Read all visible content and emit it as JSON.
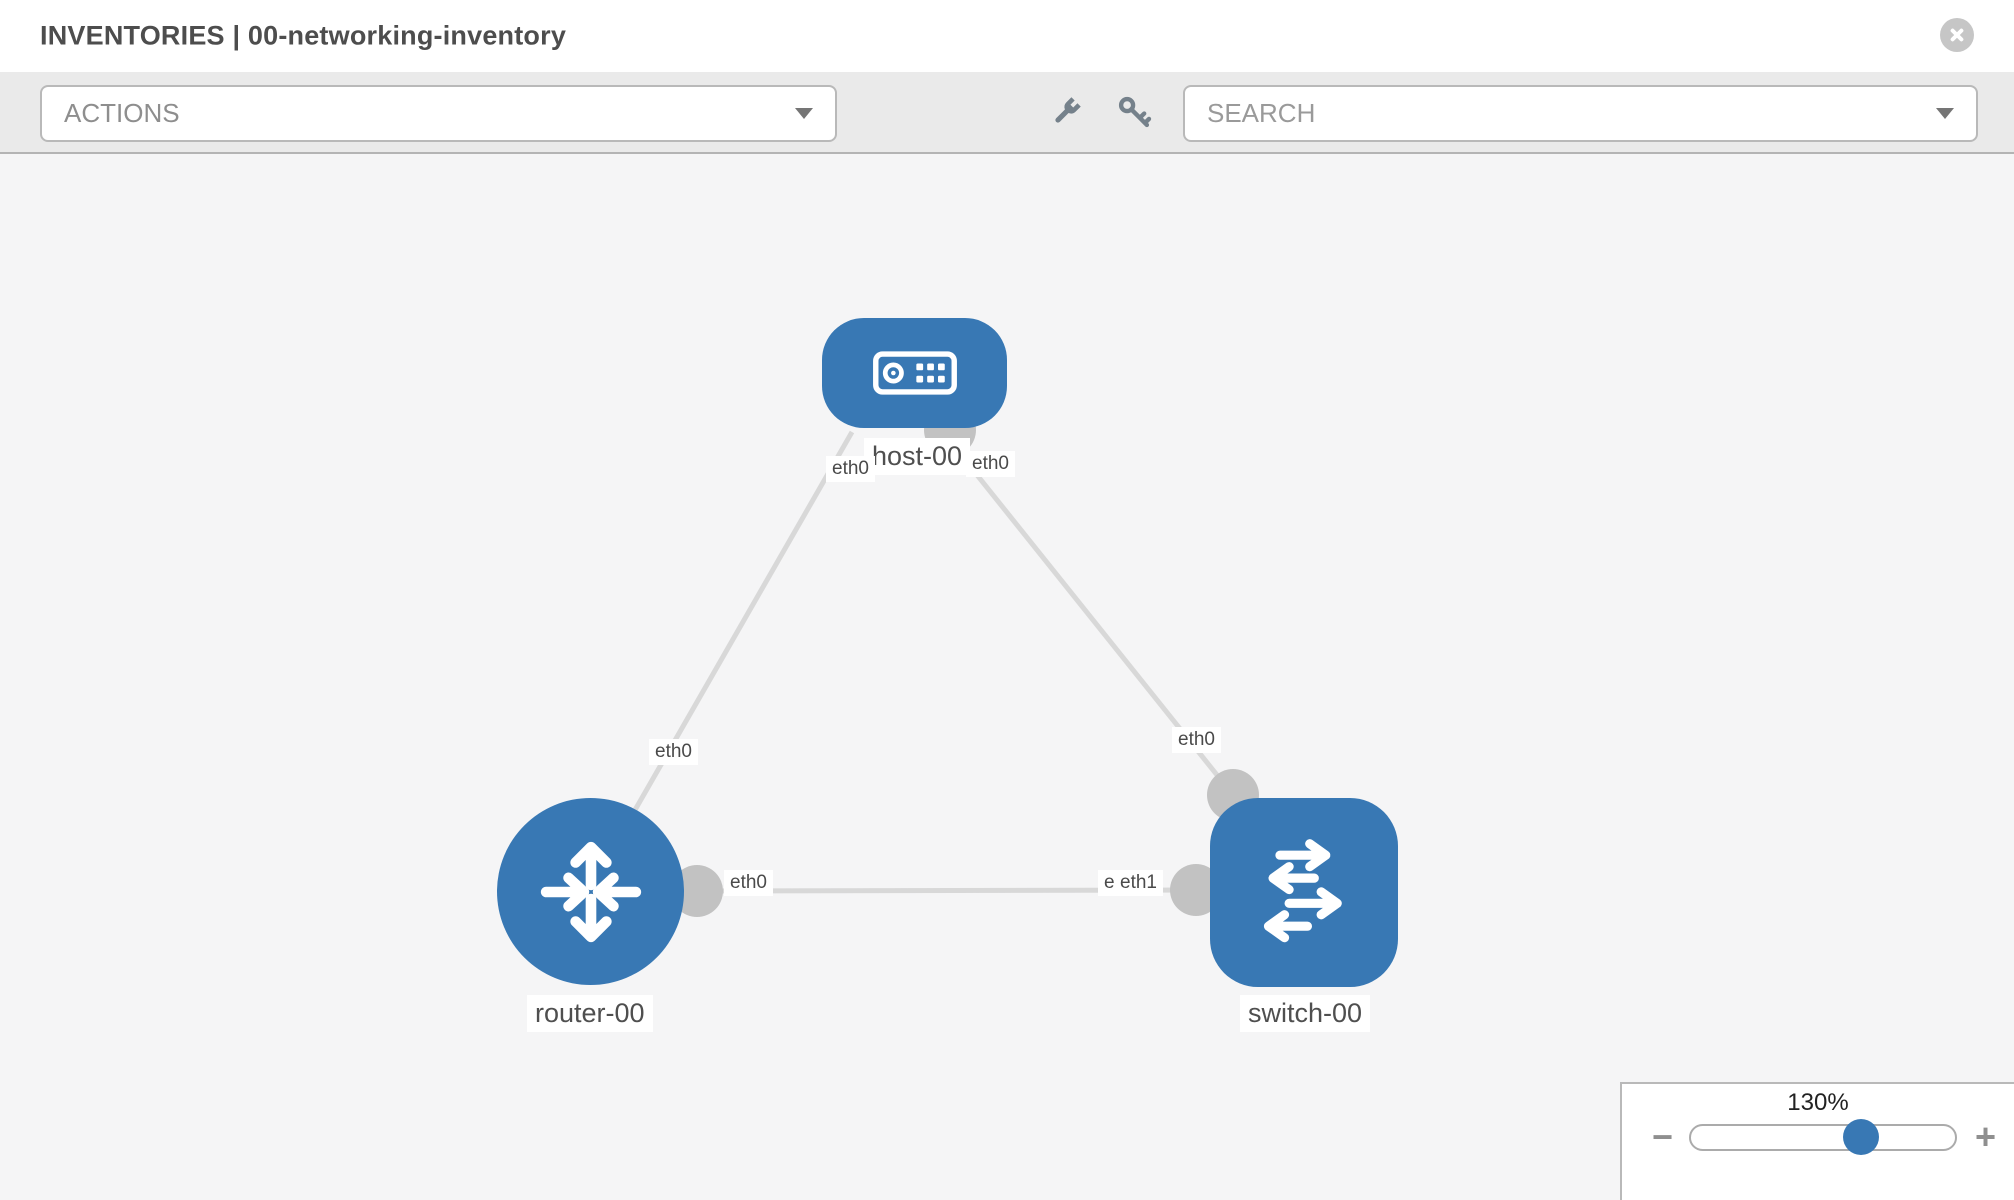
{
  "header": {
    "title": "INVENTORIES | 00-networking-inventory"
  },
  "toolbar": {
    "actions_label": "ACTIONS",
    "search_placeholder": "SEARCH",
    "icons": [
      "wrench-icon",
      "key-icon"
    ]
  },
  "zoom_control": {
    "percent": "130%",
    "zoom_out": "−",
    "zoom_in": "+"
  },
  "topology": {
    "nodes": [
      {
        "id": "host-00",
        "type": "host",
        "label": "host-00"
      },
      {
        "id": "router-00",
        "type": "router",
        "label": "router-00"
      },
      {
        "id": "switch-00",
        "type": "switch",
        "label": "switch-00"
      }
    ],
    "interfaces": {
      "host_left": "eth0",
      "host_right": "eth0",
      "router_link_host": "eth0",
      "switch_link_host": "eth0",
      "router_link_switch": "eth0",
      "switch_link_router_under": "eth0",
      "switch_link_router": "eth1"
    },
    "links": [
      {
        "source": "router-00",
        "target": "host-00",
        "source_interface": "eth0",
        "target_interface": "eth0"
      },
      {
        "source": "switch-00",
        "target": "host-00",
        "source_interface": "eth0",
        "target_interface": "eth0"
      },
      {
        "source": "router-00",
        "target": "switch-00",
        "source_interface": "eth0",
        "target_interface": "eth1"
      }
    ],
    "colors": {
      "node": "#3878b4",
      "connector": "#c2c2c2",
      "link": "#d8d8d8"
    }
  }
}
